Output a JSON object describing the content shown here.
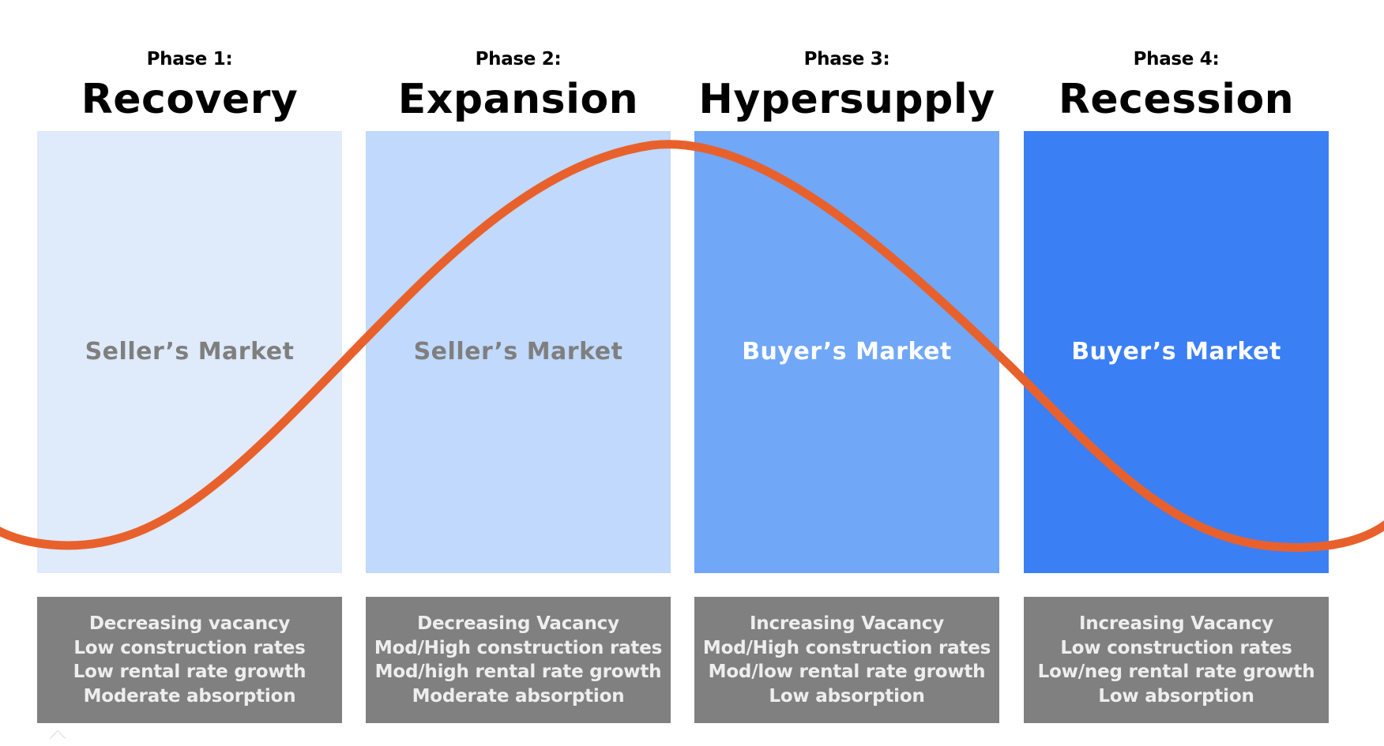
{
  "phases": [
    {
      "number": "Phase 1:",
      "name": "Recovery",
      "market": "Seller’s Market",
      "panel_color": "#dfeafb",
      "market_text_color": "#7f7f7f",
      "characteristics": [
        "Decreasing vacancy",
        "Low construction rates",
        "Low rental rate growth",
        "Moderate absorption"
      ]
    },
    {
      "number": "Phase 2:",
      "name": "Expansion",
      "market": "Seller’s Market",
      "panel_color": "#c0d9fc",
      "market_text_color": "#7f7f7f",
      "characteristics": [
        "Decreasing Vacancy",
        "Mod/High construction rates",
        "Mod/high rental rate growth",
        "Moderate absorption"
      ]
    },
    {
      "number": "Phase 3:",
      "name": "Hypersupply",
      "market": "Buyer’s Market",
      "panel_color": "#70a7f7",
      "market_text_color": "#ffffff",
      "characteristics": [
        "Increasing Vacancy",
        "Mod/High construction rates",
        "Mod/low rental rate growth",
        "Low absorption"
      ]
    },
    {
      "number": "Phase 4:",
      "name": "Recession",
      "market": "Buyer’s Market",
      "panel_color": "#3b7ff5",
      "market_text_color": "#ffffff",
      "characteristics": [
        "Increasing Vacancy",
        "Low construction rates",
        "Low/neg rental rate growth",
        "Low absorption"
      ]
    }
  ],
  "colors": {
    "cycle_curve": "#e8612c",
    "description_box": "#808080",
    "description_text": "#eeeeee"
  }
}
